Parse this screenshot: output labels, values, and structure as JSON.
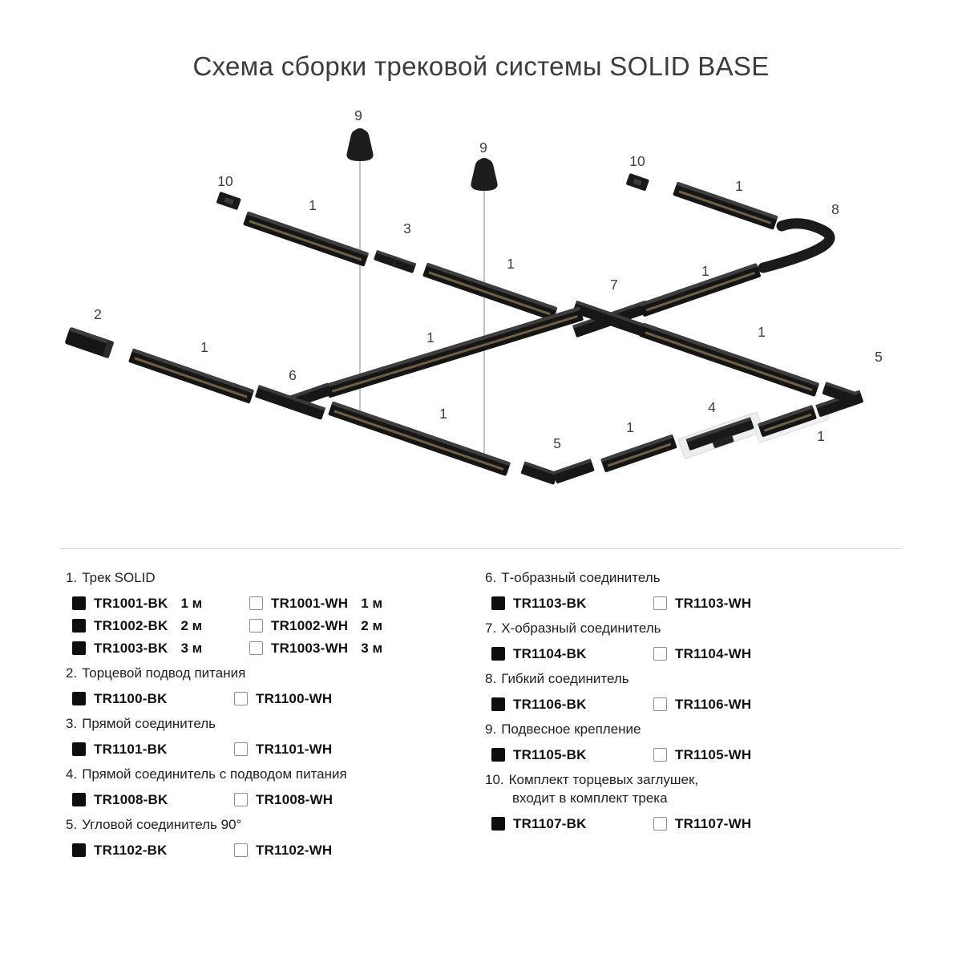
{
  "title": "Схема сборки трековой системы SOLID BASE",
  "colors": {
    "title_text": "#3c3c3c",
    "part_black": "#171717",
    "swatch_black": "#0e0e0e",
    "callout_text": "#3e3e3e"
  },
  "diagram": {
    "nums": {
      "1": "1",
      "2": "2",
      "3": "3",
      "4": "4",
      "5": "5",
      "6": "6",
      "7": "7",
      "8": "8",
      "9": "9",
      "10": "10"
    }
  },
  "legend": {
    "left": [
      {
        "num": "1.",
        "title": "Трек SOLID",
        "rows": [
          {
            "bk_code": "TR1001-BK",
            "bk_size": "1 м",
            "wh_code": "TR1001-WH",
            "wh_size": "1 м"
          },
          {
            "bk_code": "TR1002-BK",
            "bk_size": "2 м",
            "wh_code": "TR1002-WH",
            "wh_size": "2 м"
          },
          {
            "bk_code": "TR1003-BK",
            "bk_size": "3 м",
            "wh_code": "TR1003-WH",
            "wh_size": "3 м"
          }
        ]
      },
      {
        "num": "2.",
        "title": "Торцевой подвод питания",
        "rows": [
          {
            "bk_code": "TR1100-BK",
            "wh_code": "TR1100-WH"
          }
        ]
      },
      {
        "num": "3.",
        "title": "Прямой соединитель",
        "rows": [
          {
            "bk_code": "TR1101-BK",
            "wh_code": "TR1101-WH"
          }
        ]
      },
      {
        "num": "4.",
        "title": "Прямой соединитель с подводом питания",
        "rows": [
          {
            "bk_code": "TR1008-BK",
            "wh_code": "TR1008-WH"
          }
        ]
      },
      {
        "num": "5.",
        "title": "Угловой соединитель 90°",
        "rows": [
          {
            "bk_code": "TR1102-BK",
            "wh_code": "TR1102-WH"
          }
        ]
      }
    ],
    "right": [
      {
        "num": "6.",
        "title": "Т-образный соединитель",
        "rows": [
          {
            "bk_code": "TR1103-BK",
            "wh_code": "TR1103-WH"
          }
        ]
      },
      {
        "num": "7.",
        "title": "Х-образный соединитель",
        "rows": [
          {
            "bk_code": "TR1104-BK",
            "wh_code": "TR1104-WH"
          }
        ]
      },
      {
        "num": "8.",
        "title": "Гибкий соединитель",
        "rows": [
          {
            "bk_code": "TR1106-BK",
            "wh_code": "TR1106-WH"
          }
        ]
      },
      {
        "num": "9.",
        "title": "Подвесное крепление",
        "rows": [
          {
            "bk_code": "TR1105-BK",
            "wh_code": "TR1105-WH"
          }
        ]
      },
      {
        "num": "10.",
        "title": "Комплект торцевых заглушек,",
        "title2": "входит в комплект трека",
        "rows": [
          {
            "bk_code": "TR1107-BK",
            "wh_code": "TR1107-WH"
          }
        ]
      }
    ]
  }
}
